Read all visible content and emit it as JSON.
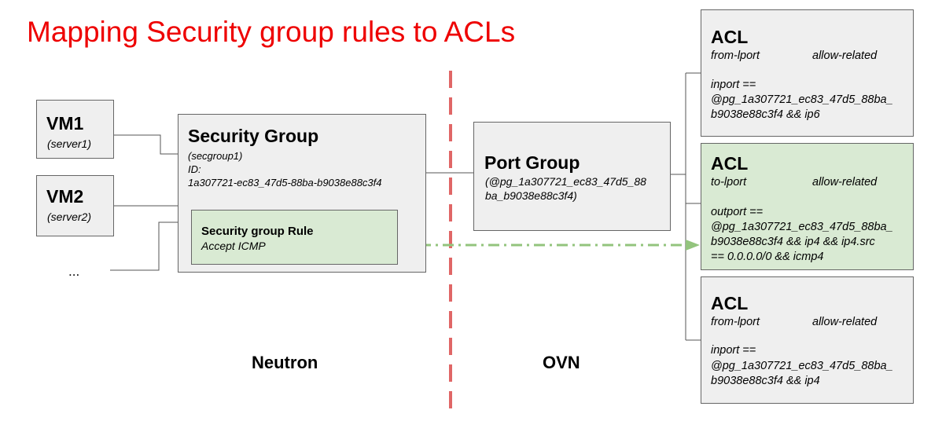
{
  "title": "Mapping Security group rules to ACLs",
  "vm1": {
    "name": "VM1",
    "server": "(server1)"
  },
  "vm2": {
    "name": "VM2",
    "server": "(server2)"
  },
  "ellipsis": "...",
  "security_group": {
    "title": "Security Group",
    "name": "(secgroup1)",
    "id_label": "ID:",
    "id_value": "1a307721-ec83_47d5-88ba-b9038e88c3f4"
  },
  "security_group_rule": {
    "title": "Security group Rule",
    "text": "Accept ICMP"
  },
  "port_group": {
    "title": "Port Group",
    "text_line1": "(@pg_1a307721_ec83_47d5_88",
    "text_line2": "ba_b9038e88c3f4)"
  },
  "sections": {
    "neutron": "Neutron",
    "ovn": "OVN"
  },
  "acls": [
    {
      "title": "ACL",
      "direction": "from-lport",
      "action": "allow-related",
      "match_line1": "inport ==",
      "match_line2": "@pg_1a307721_ec83_47d5_88ba_",
      "match_line3": "b9038e88c3f4 && ip6",
      "match_line4": ""
    },
    {
      "title": "ACL",
      "direction": "to-lport",
      "action": "allow-related",
      "match_line1": "outport ==",
      "match_line2": "@pg_1a307721_ec83_47d5_88ba_",
      "match_line3": "b9038e88c3f4 && ip4 && ip4.src",
      "match_line4": "== 0.0.0.0/0 && icmp4"
    },
    {
      "title": "ACL",
      "direction": "from-lport",
      "action": "allow-related",
      "match_line1": "inport ==",
      "match_line2": "@pg_1a307721_ec83_47d5_88ba_",
      "match_line3": "b9038e88c3f4 && ip4",
      "match_line4": ""
    }
  ],
  "colors": {
    "title": "#ee0000",
    "divider": "#e06666",
    "arrow": "#93c47d",
    "rule_box": "#d9ead3",
    "box": "#efefef"
  }
}
